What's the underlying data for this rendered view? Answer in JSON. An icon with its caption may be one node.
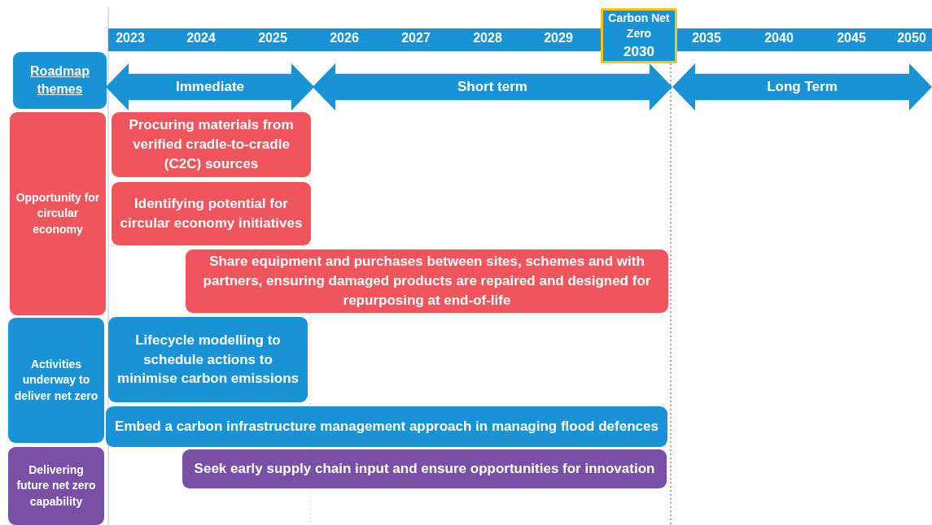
{
  "diagram": {
    "nodes": [
      {
        "text": [
          "Roadmap themes"
        ]
      },
      {
        "text": [
          "Immediate"
        ]
      },
      {
        "text": [
          "Short term"
        ]
      },
      {
        "text": [
          "Long Term"
        ]
      },
      {
        "text": [
          "Carbon Net Zero",
          "2030"
        ]
      },
      {
        "text": [
          "Opportunity for circular economy"
        ]
      },
      {
        "text": [
          "Procuring materials from verified cradle-to-cradle (C2C) sources"
        ]
      },
      {
        "text": [
          "Identifying potential for circular economy initiatives"
        ]
      },
      {
        "text": [
          "Share equipment and purchases between sites, schemes and with partners, ensuring damaged products are repaired and designed for repurposing at end-of-life"
        ]
      },
      {
        "text": [
          "Activities underway to deliver net zero"
        ]
      },
      {
        "text": [
          "Lifecycle modelling to schedule actions to minimise carbon emissions"
        ]
      },
      {
        "text": [
          "Embed a carbon infrastructure management approach in managing flood defences"
        ]
      },
      {
        "text": [
          "Delivering future net zero capability"
        ]
      },
      {
        "text": [
          "Seek early supply chain input and ensure opportunities for innovation"
        ]
      }
    ],
    "labels": [
      "2023",
      "2024",
      "2025",
      "2026",
      "2027",
      "2028",
      "2029",
      "2035",
      "2040",
      "2045",
      "2050"
    ]
  }
}
